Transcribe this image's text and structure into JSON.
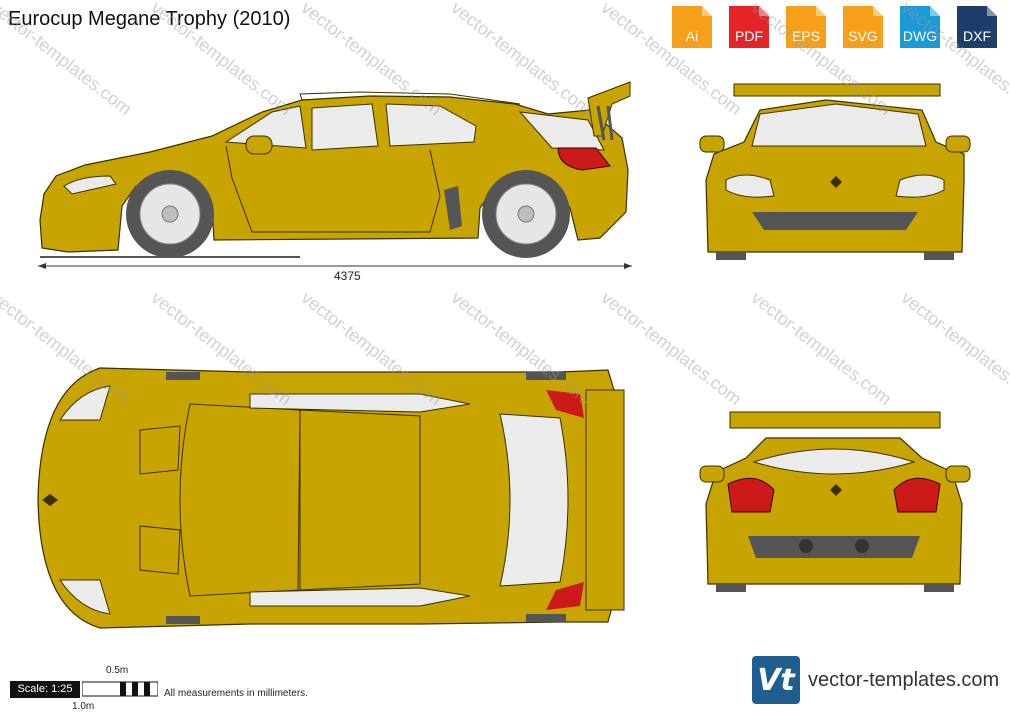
{
  "page": {
    "title": "Eurocup Megane Trophy (2010)"
  },
  "formats": [
    {
      "label": "Ai",
      "color": "#f6a01a"
    },
    {
      "label": "PDF",
      "color": "#e52427"
    },
    {
      "label": "EPS",
      "color": "#f6a01a"
    },
    {
      "label": "SVG",
      "color": "#f6a01a"
    },
    {
      "label": "DWG",
      "color": "#1a9bd7"
    },
    {
      "label": "DXF",
      "color": "#1d3e6b"
    }
  ],
  "drawing": {
    "length_dimension": "4375",
    "body_color": "#c8a400",
    "light_color": "#cc1a1a",
    "glass_color": "#ebebeb",
    "trim_color": "#555555"
  },
  "scale": {
    "label": "Scale: 1:25",
    "half_meter": "0.5m",
    "one_meter": "1.0m",
    "note": "All measurements in millimeters."
  },
  "watermark": {
    "text": "vector-templates.com"
  },
  "brand": {
    "logo_text": "Vt",
    "site": "vector-templates.com"
  }
}
